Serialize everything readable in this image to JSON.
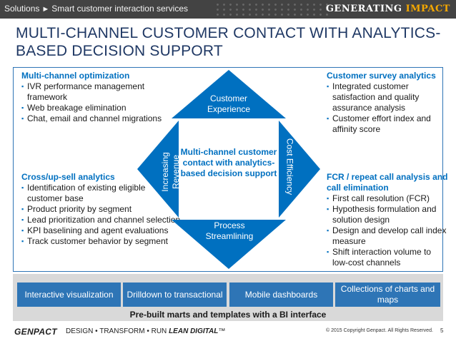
{
  "header": {
    "breadcrumb_root": "Solutions",
    "breadcrumb_arrow": "►",
    "breadcrumb_current": "Smart customer interaction services",
    "logo_part1": "GENERATING",
    "logo_part2": "IMPACT"
  },
  "title": {
    "line1": "MULTI-CHANNEL CUSTOMER CONTACT WITH ANALYTICS-",
    "line2": "BASED DECISION SUPPORT"
  },
  "corners": {
    "top_left": {
      "heading": "Multi-channel optimization",
      "items": [
        "IVR performance management framework",
        "Web breakage elimination",
        "Chat, email and channel migrations"
      ]
    },
    "top_right": {
      "heading": "Customer survey analytics",
      "items": [
        "Integrated customer satisfaction and quality assurance analysis",
        "Customer effort index and affinity score"
      ]
    },
    "bottom_left": {
      "heading": "Cross/up-sell analytics",
      "items": [
        "Identification of existing eligible customer base",
        "Product priority by segment",
        "Lead prioritization and channel selection",
        "KPI  baselining and agent evaluations",
        "Track customer behavior by segment"
      ]
    },
    "bottom_right": {
      "heading": "FCR / repeat call analysis and call elimination",
      "items": [
        "First call resolution (FCR)",
        "Hypothesis formulation and solution design",
        "Design and develop call index measure",
        "Shift interaction volume to low-cost channels"
      ]
    }
  },
  "diagram": {
    "top": "Customer Experience",
    "left": "Increasing Revenue",
    "right": "Cost Efficiency",
    "bottom": "Process Streamlining",
    "center": "Multi-channel customer contact with analytics-based decision support",
    "colors": {
      "arrow": "#0070c0",
      "frame": "#2e75b6"
    }
  },
  "tiles": {
    "items": [
      "Interactive visualization",
      "Drilldown to transactional",
      "Mobile dashboards",
      "Collections of charts and maps"
    ],
    "caption": "Pre-built marts and templates with a BI interface"
  },
  "footer": {
    "company": "GENPACT",
    "tagline": "DESIGN • TRANSFORM • RUN",
    "tagline_brand": "LEAN DIGITAL",
    "tagline_tm": "™",
    "copyright": "© 2015 Copyright Genpact. All Rights Reserved.",
    "page": "5"
  }
}
